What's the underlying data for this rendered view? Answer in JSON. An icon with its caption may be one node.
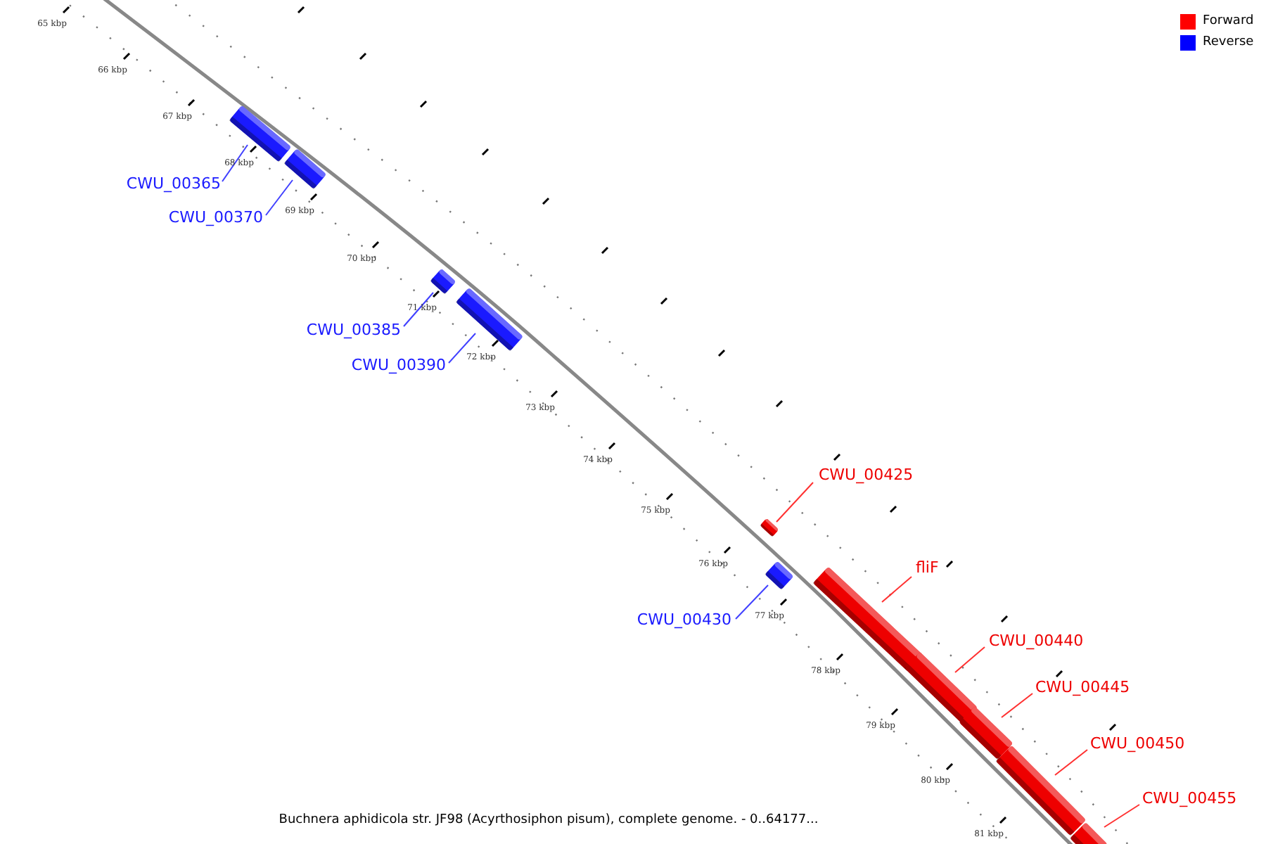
{
  "diagram": {
    "caption": "Buchnera aphidicola str. JF98 (Acyrthosiphon pisum), complete genome. - 0..64177...",
    "nodes": [
      {
        "text": [
          "CWU_00365"
        ]
      },
      {
        "text": [
          "CWU_00370"
        ]
      },
      {
        "text": [
          "CWU_00385"
        ]
      },
      {
        "text": [
          "CWU_00390"
        ]
      },
      {
        "text": [
          "CWU_00425"
        ]
      },
      {
        "text": [
          "CWU_00430"
        ]
      },
      {
        "text": [
          "fliF"
        ]
      },
      {
        "text": [
          "CWU_00440"
        ]
      },
      {
        "text": [
          "CWU_00445"
        ]
      },
      {
        "text": [
          "CWU_00450"
        ]
      },
      {
        "text": [
          "CWU_00455"
        ]
      },
      {
        "text": [],
        "shape": "bar"
      },
      {
        "text": [],
        "shape": "bar"
      },
      {
        "text": [],
        "shape": "bar"
      },
      {
        "text": [],
        "shape": "bar"
      },
      {
        "text": [],
        "shape": "bar"
      },
      {
        "text": [],
        "shape": "bar"
      },
      {
        "text": [],
        "shape": "bar"
      },
      {
        "text": [],
        "shape": "bar"
      },
      {
        "text": [],
        "shape": "bar"
      },
      {
        "text": [],
        "shape": "bar"
      },
      {
        "text": [],
        "shape": "bar"
      }
    ],
    "edges": [
      {
        "from": 0,
        "to": 11,
        "arrow": "none",
        "color": "#4040ff"
      },
      {
        "from": 1,
        "to": 12,
        "arrow": "none",
        "color": "#4040ff"
      },
      {
        "from": 2,
        "to": 13,
        "arrow": "none",
        "color": "#4040ff"
      },
      {
        "from": 3,
        "to": 14,
        "arrow": "none",
        "color": "#4040ff"
      },
      {
        "from": 4,
        "to": 15,
        "arrow": "none"
      },
      {
        "from": 5,
        "to": 16,
        "arrow": "none",
        "color": "#4040ff"
      },
      {
        "from": 6,
        "to": 17,
        "arrow": "none"
      },
      {
        "from": 7,
        "to": 18,
        "arrow": "none"
      },
      {
        "from": 8,
        "to": 19,
        "arrow": "none"
      },
      {
        "from": 9,
        "to": 20,
        "arrow": "none"
      },
      {
        "from": 10,
        "to": 21,
        "arrow": "none"
      }
    ],
    "labels": [
      "65 kbp",
      "66 kbp",
      "67 kbp",
      "68 kbp",
      "69 kbp",
      "70 kbp",
      "71 kbp",
      "72 kbp",
      "73 kbp",
      "74 kbp",
      "75 kbp",
      "76 kbp",
      "77 kbp",
      "78 kbp",
      "79 kbp",
      "80 kbp",
      "81 kbp"
    ],
    "legend": [
      {
        "text": "Forward",
        "color": "#ff0000"
      },
      {
        "text": "Reverse",
        "color": "#0000ff"
      }
    ]
  }
}
